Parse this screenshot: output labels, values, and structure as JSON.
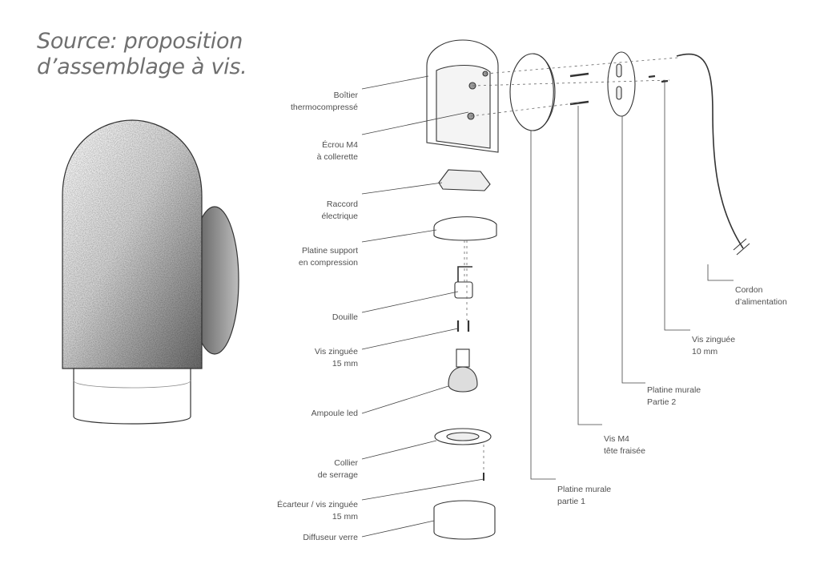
{
  "title": {
    "line1": "Source: proposition",
    "line2": "d’assemblage à vis."
  },
  "labels": {
    "boitier": [
      "Boîtier",
      "thermocompressé"
    ],
    "ecrou": [
      "Écrou M4",
      "à collerette"
    ],
    "raccord": [
      "Raccord",
      "électrique"
    ],
    "platine_support": [
      "Platine support",
      "en compression"
    ],
    "douille": [
      "Douille"
    ],
    "vis15": [
      "Vis zinguée",
      "15 mm"
    ],
    "ampoule": [
      "Ampoule led"
    ],
    "collier": [
      "Collier",
      "de serrage"
    ],
    "ecarteur": [
      "Écarteur / vis zinguée",
      "15 mm"
    ],
    "diffuseur": [
      "Diffuseur verre"
    ],
    "cordon": [
      "Cordon",
      "d’alimentation"
    ],
    "vis10": [
      "Vis zinguée",
      "10 mm"
    ],
    "platine2": [
      "Platine murale",
      "Partie 2"
    ],
    "vism4": [
      "Vis M4",
      "tête fraisée"
    ],
    "platine1": [
      "Platine murale",
      "partie 1"
    ]
  }
}
